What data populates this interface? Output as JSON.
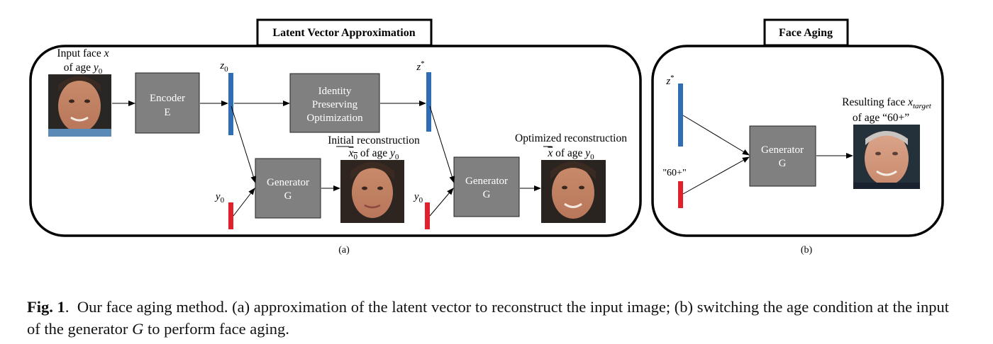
{
  "panel_a": {
    "title": "Latent Vector Approximation",
    "label": "(a)",
    "input_label_1": "Input face x",
    "input_label_2": "of age y0",
    "encoder": {
      "line1": "Encoder",
      "line2": "E"
    },
    "z0_label": "z0",
    "identity_box": {
      "line1": "Identity",
      "line2": "Preserving",
      "line3": "Optimization"
    },
    "zstar_label": "z*",
    "generator1": {
      "line1": "Generator",
      "line2": "G"
    },
    "generator2": {
      "line1": "Generator",
      "line2": "G"
    },
    "y0_label_1": "y0",
    "y0_label_2": "y0",
    "initial_recon_1": "Initial reconstruction",
    "initial_recon_2": "x0 of age y0",
    "optimized_recon_1": "Optimized reconstruction",
    "optimized_recon_2": "x of age y0"
  },
  "panel_b": {
    "title": "Face Aging",
    "label": "(b)",
    "zstar_label": "z*",
    "age_label": "\"60+\"",
    "generator": {
      "line1": "Generator",
      "line2": "G"
    },
    "result_1": "Resulting face x target",
    "result_2": "of age “60+”"
  },
  "caption": {
    "fig": "Fig. 1",
    "text_1": "Our face aging method.  (a) approximation of the latent vector to reconstruct the input image; (b) switching the age condition at the input of the generator ",
    "g": "G",
    "text_2": " to perform face aging."
  },
  "colors": {
    "box": "#808080",
    "blue_vector": "#2f6db5",
    "red_vector": "#e0202a"
  }
}
